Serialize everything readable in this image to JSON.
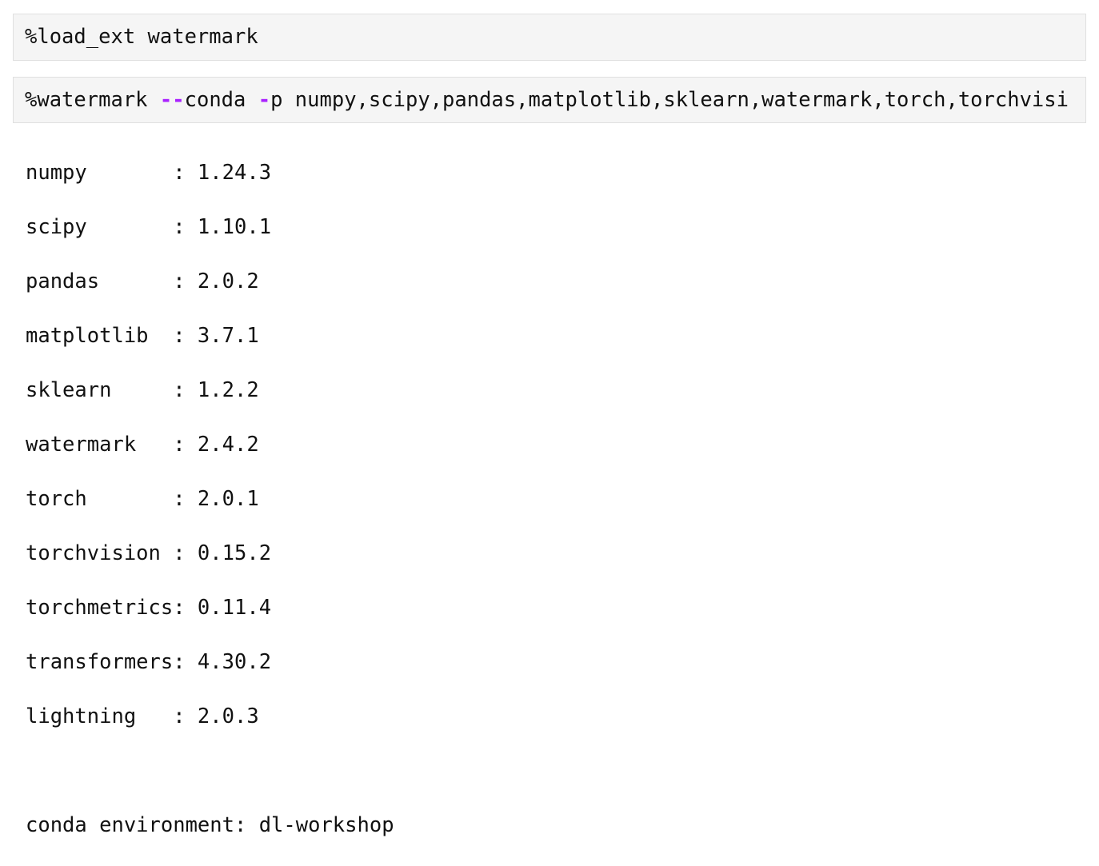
{
  "cells": [
    {
      "input": "%load_ext watermark"
    },
    {
      "input_parts": {
        "magic": "%watermark ",
        "op1": "--",
        "arg1": "conda ",
        "op2": "-",
        "arg2": "p numpy,scipy,pandas,matplotlib,sklearn,watermark,torch,torchvisi"
      }
    }
  ],
  "output": {
    "packages": [
      {
        "line": "numpy       : 1.24.3"
      },
      {
        "line": "scipy       : 1.10.1"
      },
      {
        "line": "pandas      : 2.0.2"
      },
      {
        "line": "matplotlib  : 3.7.1"
      },
      {
        "line": "sklearn     : 1.2.2"
      },
      {
        "line": "watermark   : 2.4.2"
      },
      {
        "line": "torch       : 2.0.1"
      },
      {
        "line": "torchvision : 0.15.2"
      },
      {
        "line": "torchmetrics: 0.11.4"
      },
      {
        "line": "transformers: 4.30.2"
      },
      {
        "line": "lightning   : 2.0.3"
      }
    ],
    "conda_env": "conda environment: dl-workshop"
  },
  "colors": {
    "operator": "#aa22ff",
    "cell_bg": "#f5f5f5",
    "cell_border": "#e0e0e0"
  }
}
